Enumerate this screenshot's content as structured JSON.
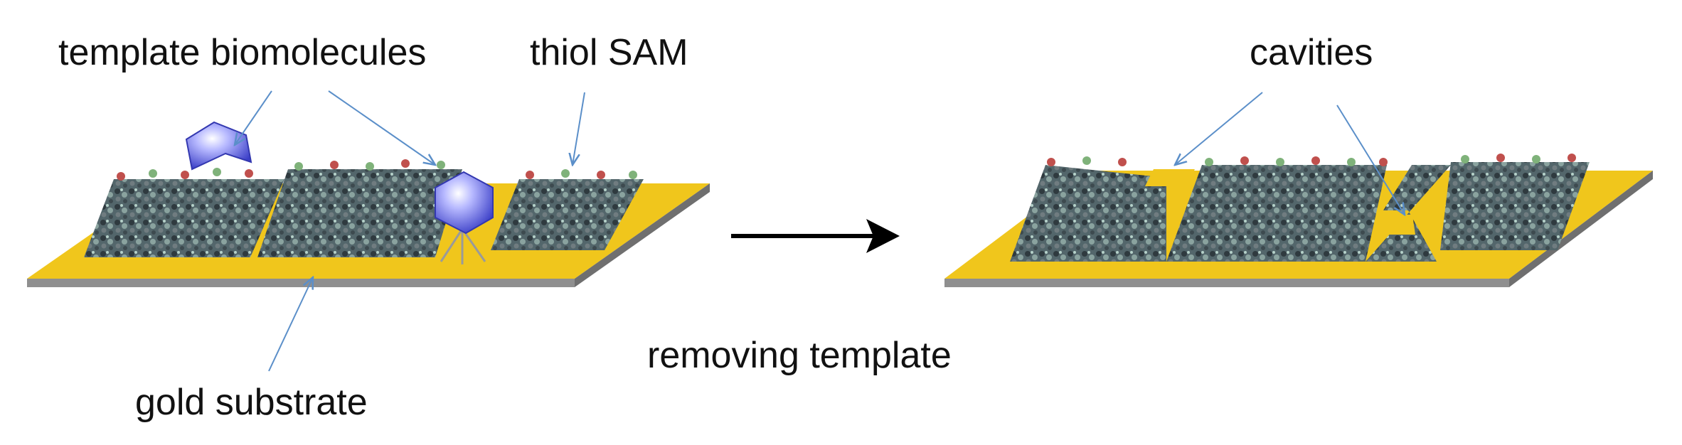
{
  "labels": {
    "template_biomolecules": "template biomolecules",
    "thiol_sam": "thiol SAM",
    "cavities": "cavities",
    "gold_substrate": "gold substrate",
    "removing_template": "removing template"
  },
  "colors": {
    "gold": "#f0c61c",
    "gold_edge": "#8a8a8a",
    "sam_dark": "#3c4a50",
    "sam_light": "#6b8f8a",
    "sam_tip_red": "#c0504d",
    "sam_tip_green": "#7fb27a",
    "biomolecule": "#4b4fd6",
    "pointer": "#5b8fc9",
    "arrow": "#000000"
  },
  "icons": {
    "biomolecule": "hexagon-icon",
    "process_arrow": "arrow-right-icon"
  }
}
